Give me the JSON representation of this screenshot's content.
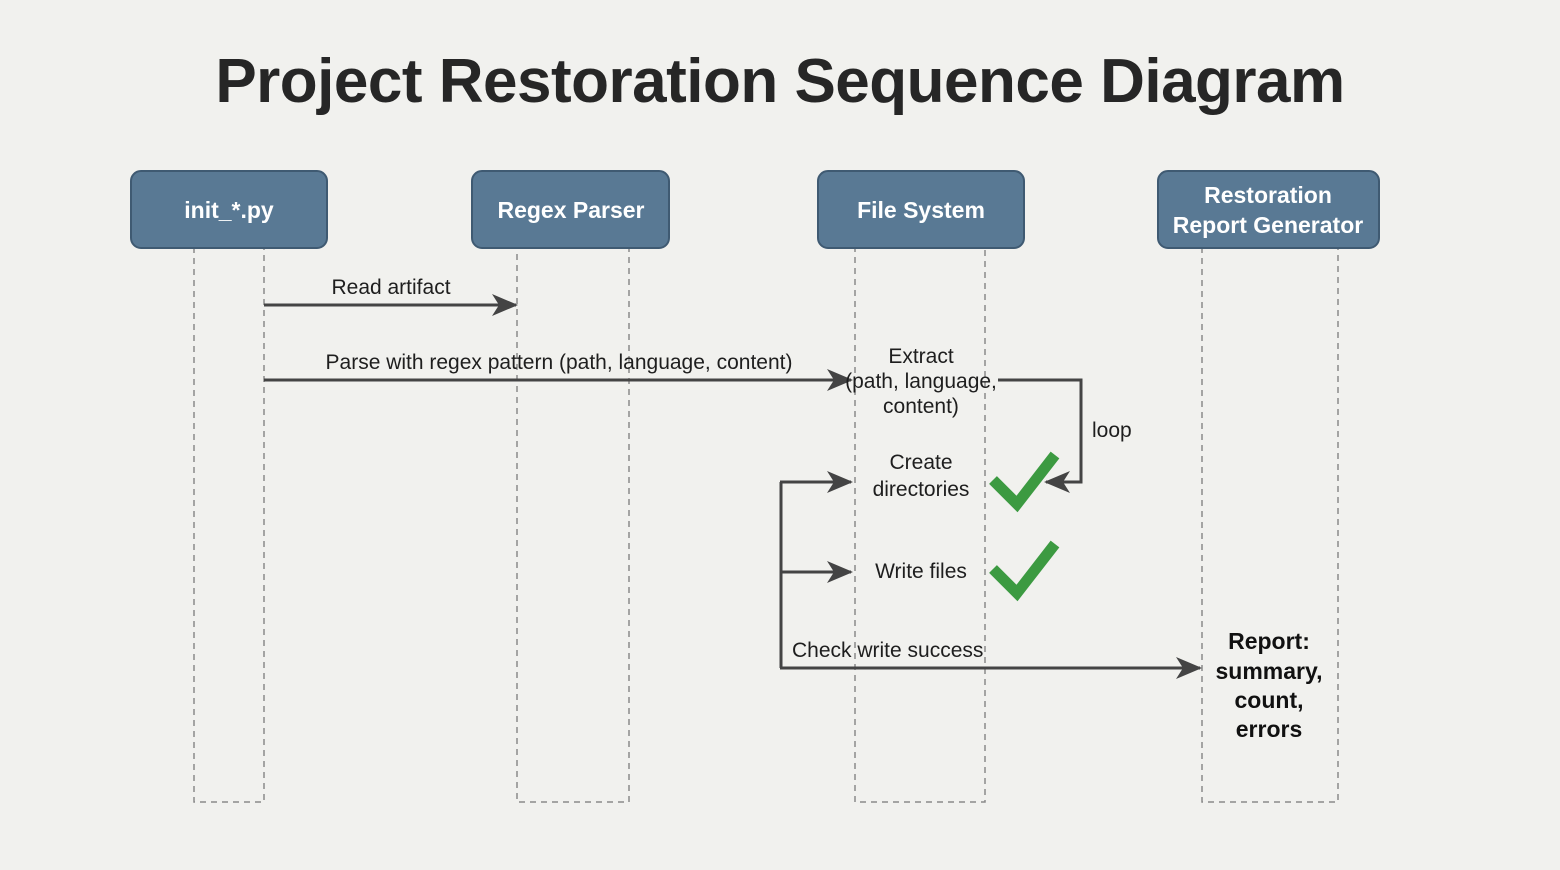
{
  "title": "Project Restoration Sequence Diagram",
  "participants": {
    "init": "init_*.py",
    "parser": "Regex Parser",
    "fs": "File System",
    "report_gen": [
      "Restoration",
      "Report Generator"
    ]
  },
  "messages": {
    "read_artifact": "Read artifact",
    "parse": "Parse with regex pattern (path, language, content)",
    "check": "Check write success"
  },
  "notes": {
    "extract": [
      "Extract",
      "(path, language,",
      "content)"
    ],
    "create_dirs": [
      "Create",
      "directories"
    ],
    "write_files": "Write files",
    "loop": "loop",
    "report": [
      "Report:",
      "summary,",
      "count,",
      "errors"
    ]
  },
  "colors": {
    "participant_fill": "#597994",
    "check_green": "#3c9a41",
    "arrow": "#444444"
  },
  "icons": [
    "check-icon",
    "check-icon"
  ]
}
